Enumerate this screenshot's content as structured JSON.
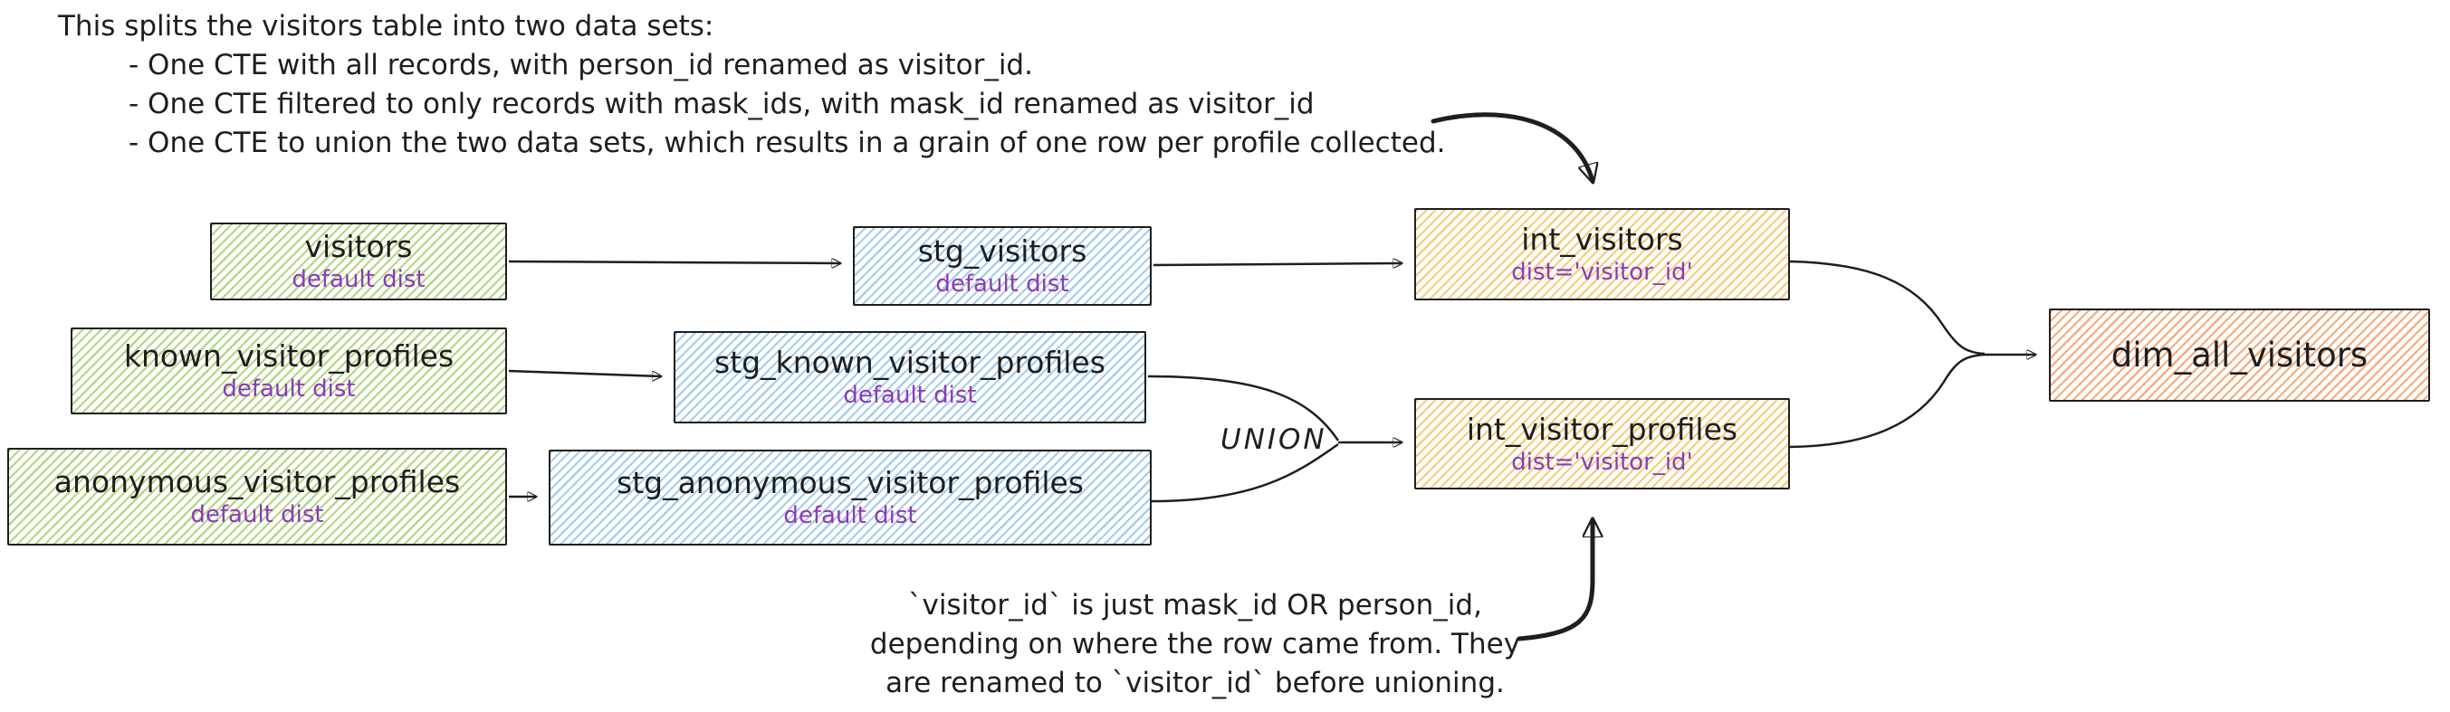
{
  "annotations": {
    "top_note": {
      "intro": "This splits the visitors table into two data sets:",
      "bullets": [
        "- One CTE with all records, with person_id renamed as visitor_id.",
        "- One CTE filtered to only records with mask_ids, with mask_id renamed as visitor_id",
        "- One CTE to union the two data sets, which results in a grain of one row per profile collected."
      ]
    },
    "bottom_note": {
      "lines": [
        "`visitor_id` is just mask_id OR person_id,",
        "depending on where the row came from. They",
        "are renamed to `visitor_id` before unioning."
      ]
    },
    "union_label": "UNION"
  },
  "nodes": {
    "visitors": {
      "title": "visitors",
      "subtitle": "default dist"
    },
    "stg_visitors": {
      "title": "stg_visitors",
      "subtitle": "default dist"
    },
    "int_visitors": {
      "title": "int_visitors",
      "subtitle": "dist='visitor_id'"
    },
    "known_visitor_profiles": {
      "title": "known_visitor_profiles",
      "subtitle": "default dist"
    },
    "stg_known_visitor_profiles": {
      "title": "stg_known_visitor_profiles",
      "subtitle": "default dist"
    },
    "int_visitor_profiles": {
      "title": "int_visitor_profiles",
      "subtitle": "dist='visitor_id'"
    },
    "anonymous_visitor_profiles": {
      "title": "anonymous_visitor_profiles",
      "subtitle": "default dist"
    },
    "stg_anonymous_visitor_profiles": {
      "title": "stg_anonymous_visitor_profiles",
      "subtitle": "default dist"
    },
    "dim_all_visitors": {
      "title": "dim_all_visitors"
    }
  },
  "colors": {
    "ink": "#1e1e1e",
    "purple": "#8e3ab8",
    "green": "#b2d884",
    "blue": "#a6cdee",
    "yellow": "#f6cd7a",
    "orange": "#f5ad7d"
  }
}
